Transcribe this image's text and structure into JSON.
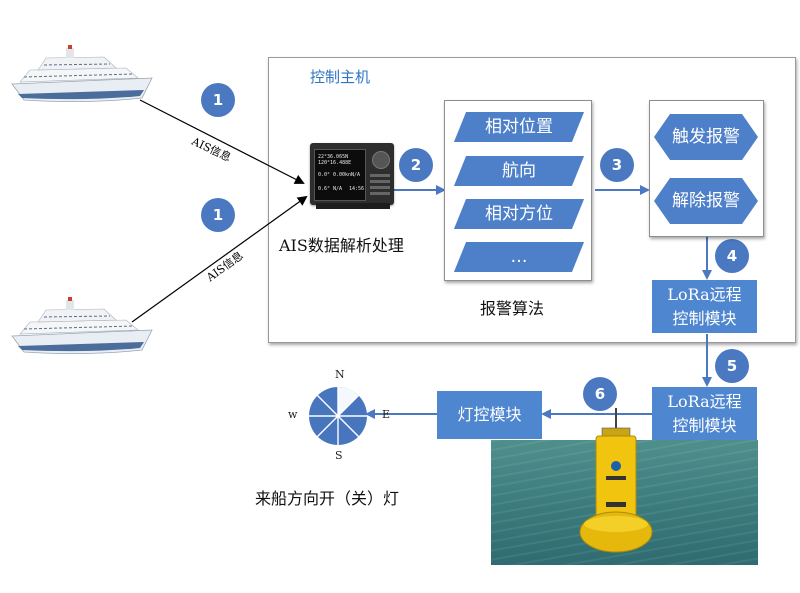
{
  "host": {
    "title": "控制主机"
  },
  "badges": [
    "1",
    "1",
    "2",
    "3",
    "4",
    "5",
    "6"
  ],
  "ais_label_top": "AIS信息",
  "ais_label_bottom": "AIS信息",
  "device": {
    "caption": "AIS数据解析处理",
    "screen_lines": [
      "22°36.065N",
      "120°16.488E",
      "0.0°",
      "0.00kn",
      "N/A",
      "0.6°",
      "N/A",
      "14:56"
    ]
  },
  "algorithm": {
    "items": [
      "相对位置",
      "航向",
      "相对方位",
      "…"
    ],
    "caption": "报警算法"
  },
  "alarm": {
    "items": [
      "触发报警",
      "解除报警"
    ]
  },
  "lora_top": {
    "line1": "LoRa远程",
    "line2": "控制模块"
  },
  "lora_bottom": {
    "line1": "LoRa远程",
    "line2": "控制模块"
  },
  "light_control": {
    "label": "灯控模块"
  },
  "compass": {
    "n": "N",
    "s": "S",
    "e": "E",
    "w": "w",
    "caption": "来船方向开（关）灯"
  },
  "colors": {
    "accent": "#4e86d0",
    "title": "#2f74c4"
  }
}
